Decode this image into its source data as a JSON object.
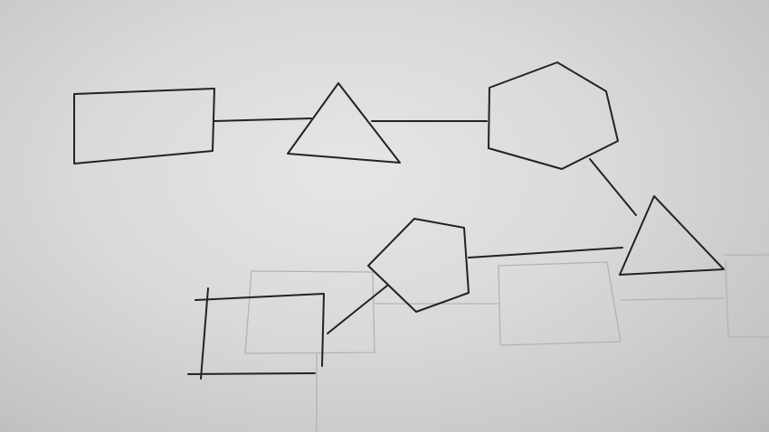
{
  "diagram": {
    "ink_color": "#222222",
    "ghost_color": "#b3b3b3",
    "paper_color": "#d9d9d9",
    "shapes": [
      {
        "id": "rectangle-1",
        "kind": "rectangle"
      },
      {
        "id": "triangle-1",
        "kind": "triangle"
      },
      {
        "id": "hexagon-1",
        "kind": "hexagon"
      },
      {
        "id": "triangle-2",
        "kind": "triangle"
      },
      {
        "id": "pentagon-1",
        "kind": "pentagon"
      },
      {
        "id": "rectangle-2",
        "kind": "rectangle"
      }
    ],
    "connections": [
      {
        "from": "rectangle-1",
        "to": "triangle-1"
      },
      {
        "from": "triangle-1",
        "to": "hexagon-1"
      },
      {
        "from": "hexagon-1",
        "to": "triangle-2"
      },
      {
        "from": "pentagon-1",
        "to": "triangle-2"
      },
      {
        "from": "pentagon-1",
        "to": "rectangle-2"
      }
    ]
  }
}
